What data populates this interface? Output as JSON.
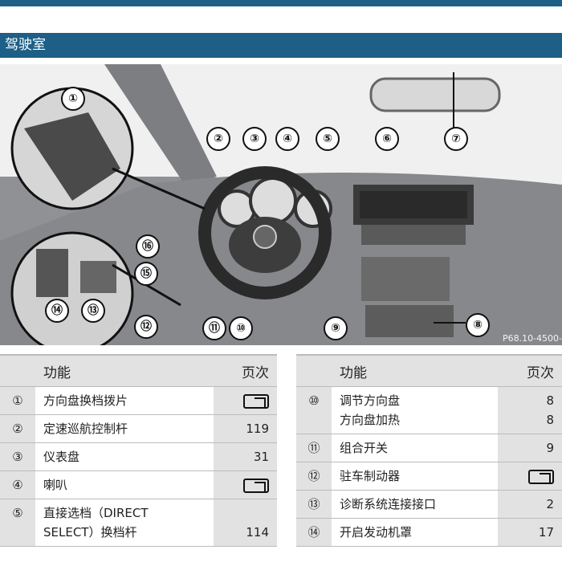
{
  "section_title": "驾驶室",
  "figure": {
    "code": "P68.10-4500-",
    "callouts": [
      "①",
      "②",
      "③",
      "④",
      "⑤",
      "⑥",
      "⑦",
      "⑧",
      "⑨",
      "⑩",
      "⑪",
      "⑫",
      "⑬",
      "⑭",
      "⑮",
      "⑯"
    ]
  },
  "table_left": {
    "header": {
      "function": "功能",
      "page": "页次"
    },
    "rows": [
      {
        "num": "①",
        "function": "方向盘换档拨片",
        "page_icon": "book-reference-icon"
      },
      {
        "num": "②",
        "function": "定速巡航控制杆",
        "page": "119"
      },
      {
        "num": "③",
        "function": "仪表盘",
        "page": "31"
      },
      {
        "num": "④",
        "function": "喇叭",
        "page_icon": "book-reference-icon"
      },
      {
        "num": "⑤",
        "function_line1": "直接选档（DIRECT",
        "function_line2": "SELECT）换档杆",
        "page": "114"
      }
    ]
  },
  "table_right": {
    "header": {
      "function": "功能",
      "page": "页次"
    },
    "rows": [
      {
        "num": "⑩",
        "function_line1": "调节方向盘",
        "function_line2": "方向盘加热",
        "page_line1": "8",
        "page_line2": "8"
      },
      {
        "num": "⑪",
        "function": "组合开关",
        "page": "9"
      },
      {
        "num": "⑫",
        "function": "驻车制动器",
        "page_icon": "book-reference-icon"
      },
      {
        "num": "⑬",
        "function": "诊断系统连接接口",
        "page": "2"
      },
      {
        "num": "⑭",
        "function": "开启发动机罩",
        "page": "17"
      }
    ]
  }
}
